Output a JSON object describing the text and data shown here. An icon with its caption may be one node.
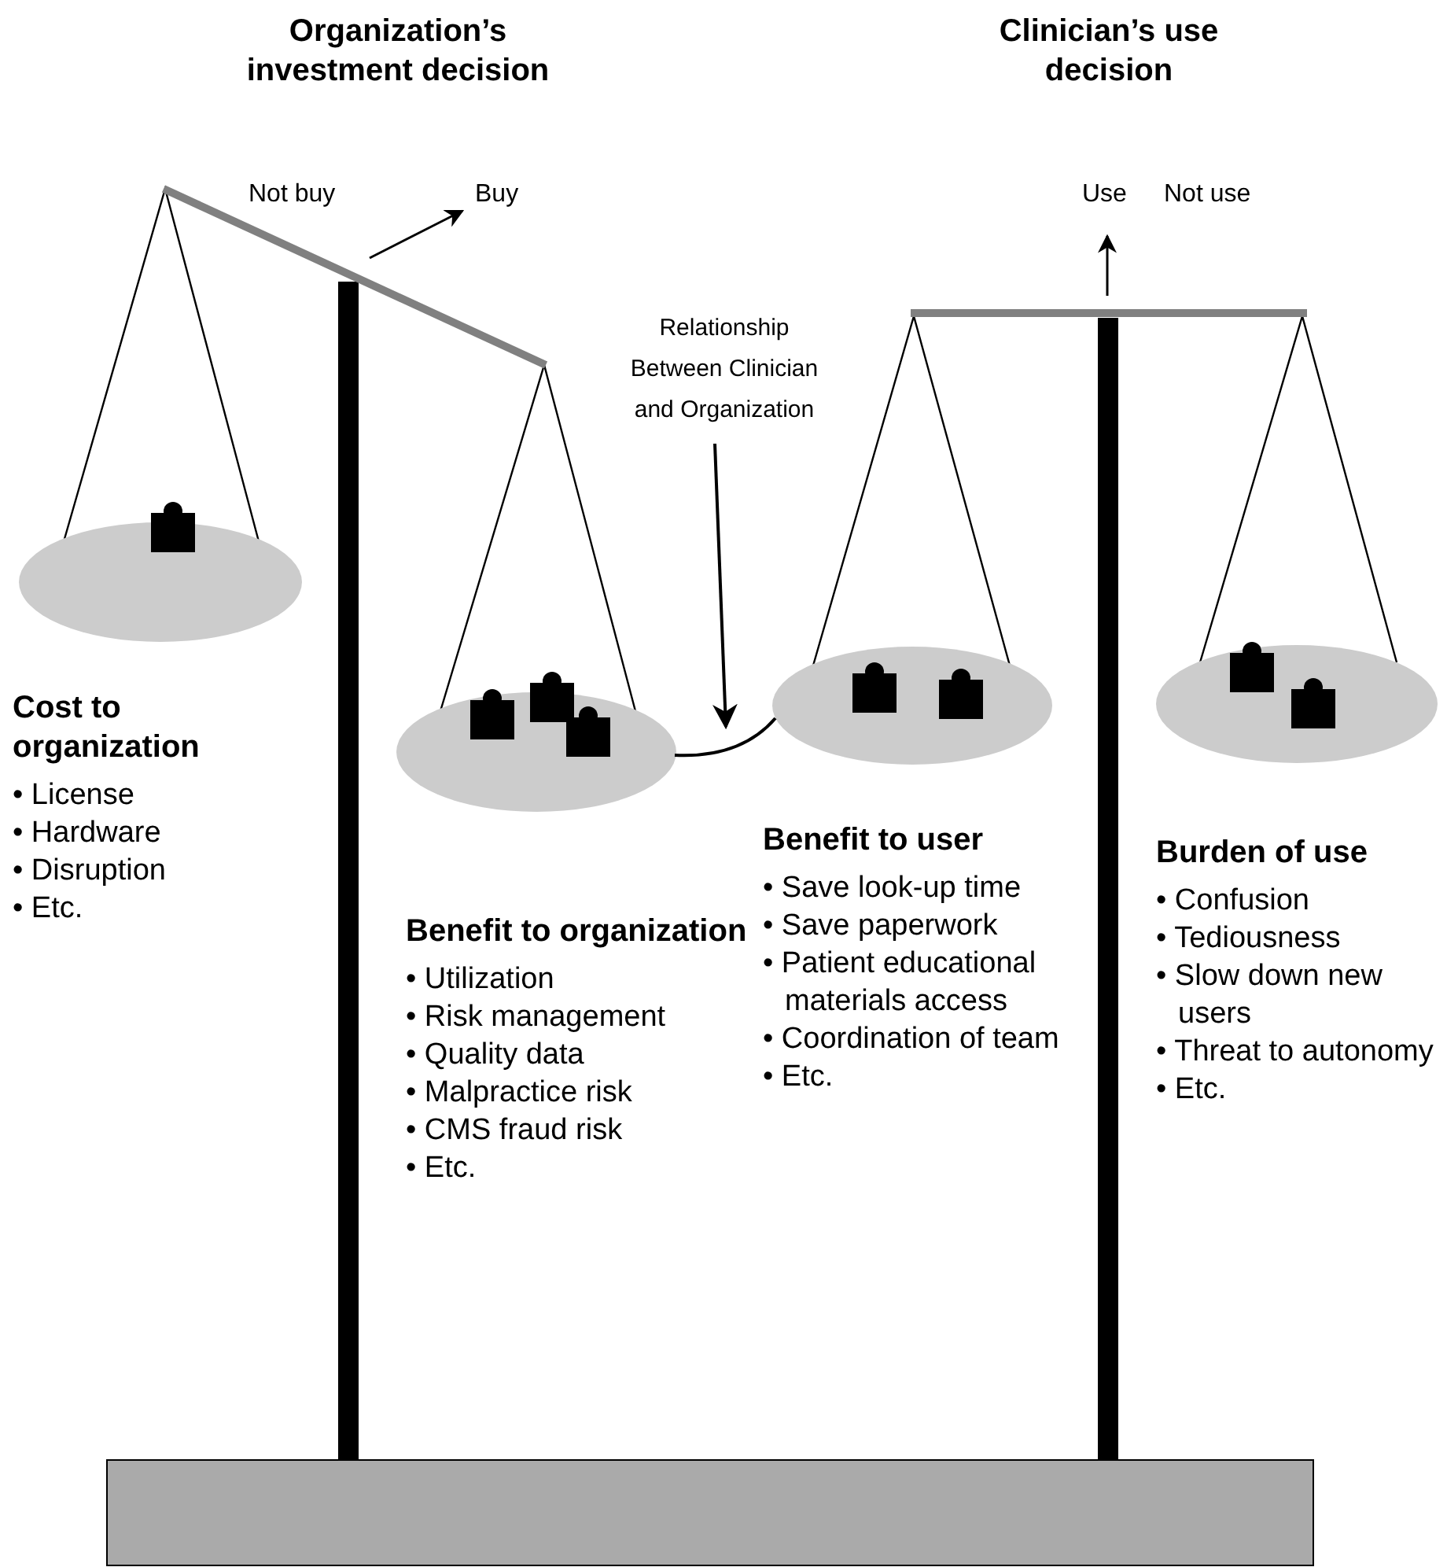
{
  "diagram": {
    "nodes": [
      {
        "text": [],
        "shape": "ellipse",
        "beside": [
          "Cost to organization",
          "• License",
          "• Hardware",
          "• Disruption",
          "• Etc."
        ]
      },
      {
        "text": [],
        "shape": "ellipse",
        "beside": [
          "Benefit to organization",
          "• Utilization",
          "• Risk management",
          "• Quality data",
          "• Malpractice risk",
          "• CMS fraud risk",
          "• Etc."
        ]
      },
      {
        "text": [],
        "shape": "ellipse",
        "beside": [
          "Benefit to user",
          "• Save look-up time",
          "• Save paperwork",
          "• Patient educational materials access",
          "• Coordination of team",
          "• Etc."
        ]
      },
      {
        "text": [],
        "shape": "ellipse",
        "beside": [
          "Burden of use",
          "• Confusion",
          "• Tediousness",
          "• Slow down new users",
          "• Threat to autonomy",
          "• Etc."
        ]
      },
      {
        "text": [
          "Relationship Between Clinician and Organization"
        ]
      }
    ],
    "edges": [
      {
        "from": 1,
        "to": 2,
        "arrow": "none"
      },
      {
        "from": 4,
        "to": null,
        "arrow": "to"
      }
    ],
    "labels": [
      "Organization’s investment decision",
      "Clinician’s use decision",
      "Not buy",
      "Buy",
      "Use",
      "Not use"
    ]
  }
}
